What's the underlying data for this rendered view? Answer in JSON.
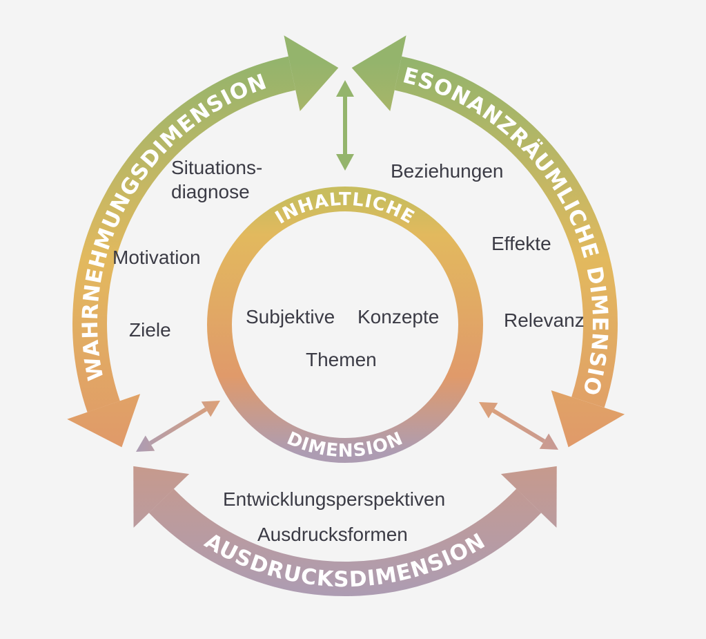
{
  "dimensions": {
    "left": "WAHRNEHMUNGSDIMENSION",
    "right": "RESONANZRÄUMLICHE DIMENSION",
    "bottom": "AUSDRUCKSDIMENSION",
    "inner_top": "INHALTLICHE",
    "inner_bottom": "DIMENSION"
  },
  "labels": {
    "situations_1": "Situations-",
    "situations_2": "diagnose",
    "motivation": "Motivation",
    "ziele": "Ziele",
    "beziehungen": "Beziehungen",
    "effekte": "Effekte",
    "relevanz": "Relevanz",
    "subjektive": "Subjektive",
    "konzepte": "Konzepte",
    "themen": "Themen",
    "entwicklung": "Entwicklungsperspektiven",
    "ausdrucksformen": "Ausdrucksformen"
  },
  "colors": {
    "green": "#94b46c",
    "yellow": "#e2b95e",
    "orange": "#e09a6a",
    "mauve": "#c49a94",
    "purple": "#ad9cb2",
    "background": "#f4f4f4",
    "text": "#3b3b45"
  }
}
